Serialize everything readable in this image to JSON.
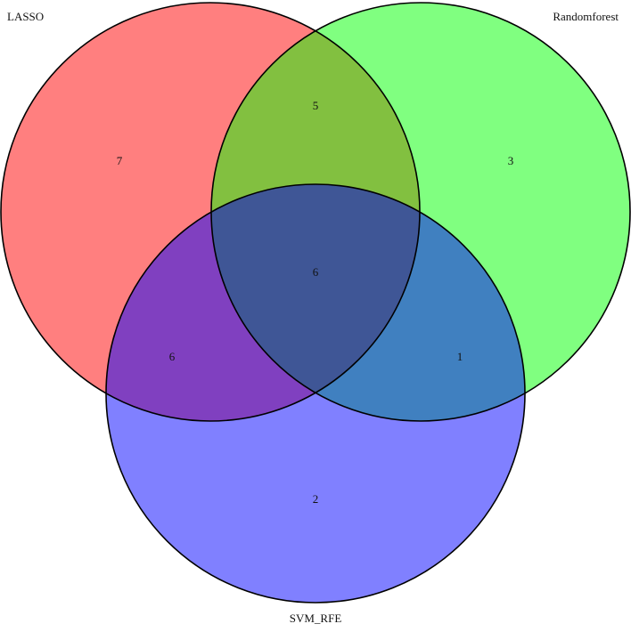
{
  "sets": [
    {
      "key": "lasso",
      "label": "LASSO",
      "color": "#ff7f7f"
    },
    {
      "key": "rf",
      "label": "Randomforest",
      "color": "#80ff80"
    },
    {
      "key": "svm",
      "label": "SVM_RFE",
      "color": "#8080ff"
    }
  ],
  "regions": {
    "lasso_only": "7",
    "rf_only": "3",
    "svm_only": "2",
    "lasso_rf": "5",
    "lasso_svm": "6",
    "rf_svm": "1",
    "all_three": "6"
  },
  "colors": {
    "lasso_rf": "#82c040",
    "lasso_svm": "#8040c0",
    "rf_svm": "#4080c0",
    "all_three": "#3f5696",
    "background": "#ffffff"
  }
}
